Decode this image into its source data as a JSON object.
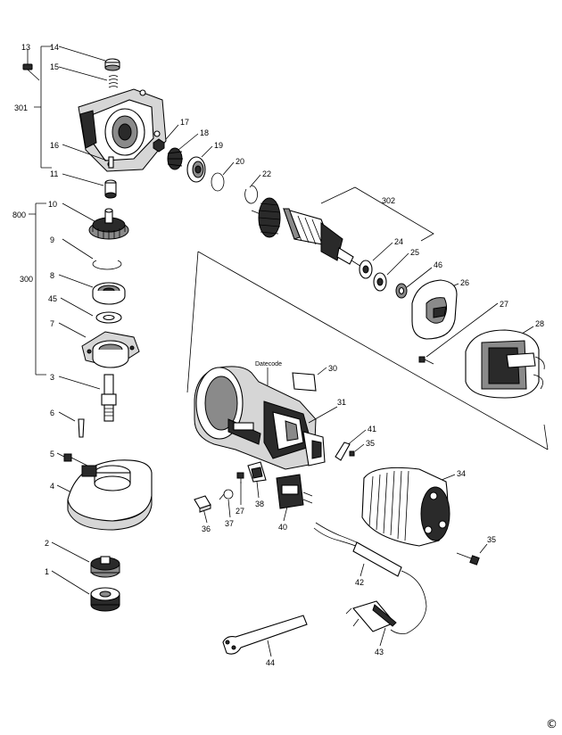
{
  "labels": {
    "p13": "13",
    "p14": "14",
    "p15": "15",
    "p301": "301",
    "p16": "16",
    "p11": "11",
    "p800": "800",
    "p10": "10",
    "p9": "9",
    "p300": "300",
    "p8": "8",
    "p45": "45",
    "p7": "7",
    "p3": "3",
    "p6": "6",
    "p5": "5",
    "p4": "4",
    "p2": "2",
    "p1": "1",
    "p17": "17",
    "p18": "18",
    "p19": "19",
    "p20": "20",
    "p22": "22",
    "p302": "302",
    "p24": "24",
    "p25": "25",
    "p46": "46",
    "p26": "26",
    "p27": "27",
    "p28": "28",
    "p30": "30",
    "p31": "31",
    "p41": "41",
    "p35a": "35",
    "p34": "34",
    "p35b": "35",
    "p38": "38",
    "p27b": "27",
    "p36": "36",
    "p37": "37",
    "p40": "40",
    "p42": "42",
    "p43": "43",
    "p44": "44"
  },
  "datecode_label": "Datecode",
  "copyright_symbol": "©"
}
